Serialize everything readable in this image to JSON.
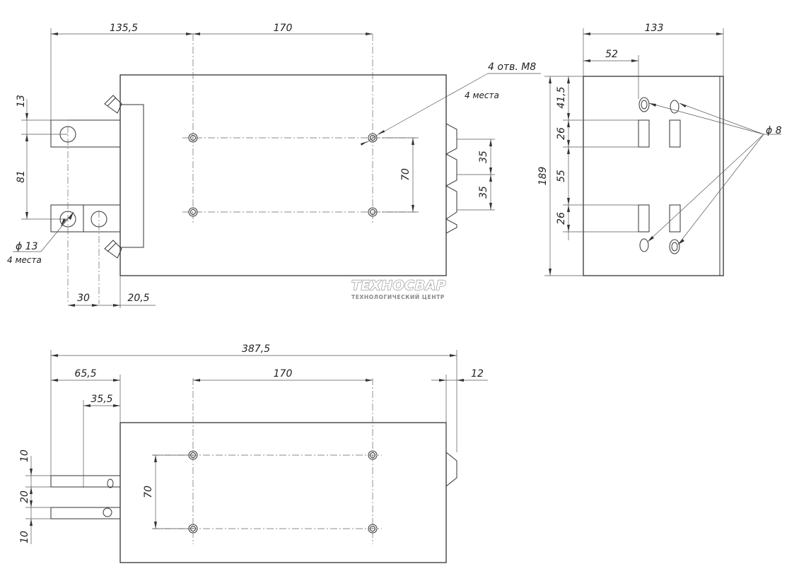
{
  "front_view": {
    "dim_left_offset": "135,5",
    "dim_hole_spacing": "170",
    "dim_tab_13": "13",
    "dim_tab_81": "81",
    "dim_hole_vertical": "70",
    "dim_35_top": "35",
    "dim_35_bottom": "35",
    "dim_30": "30",
    "dim_20_5": "20,5",
    "hole_diameter_label": "ϕ 13",
    "hole_count_label": "4 места",
    "thread_label": "4 отв. M8",
    "thread_count_label": "4 места"
  },
  "side_view": {
    "dim_width": "133",
    "dim_52": "52",
    "dim_41_5": "41,5",
    "dim_26_top": "26",
    "dim_55": "55",
    "dim_26_bottom": "26",
    "dim_height": "189",
    "hole_diameter_label": "ϕ 8"
  },
  "bottom_view": {
    "dim_total": "387,5",
    "dim_65_5": "65,5",
    "dim_35_5": "35,5",
    "dim_hole_spacing": "170",
    "dim_12": "12",
    "dim_10_top": "10",
    "dim_20": "20",
    "dim_10_bottom": "10",
    "dim_hole_vertical": "70"
  },
  "logo": {
    "name": "ТЕХНОСВАР",
    "subtitle": "ТЕХНОЛОГИЧЕСКИЙ ЦЕНТР"
  }
}
